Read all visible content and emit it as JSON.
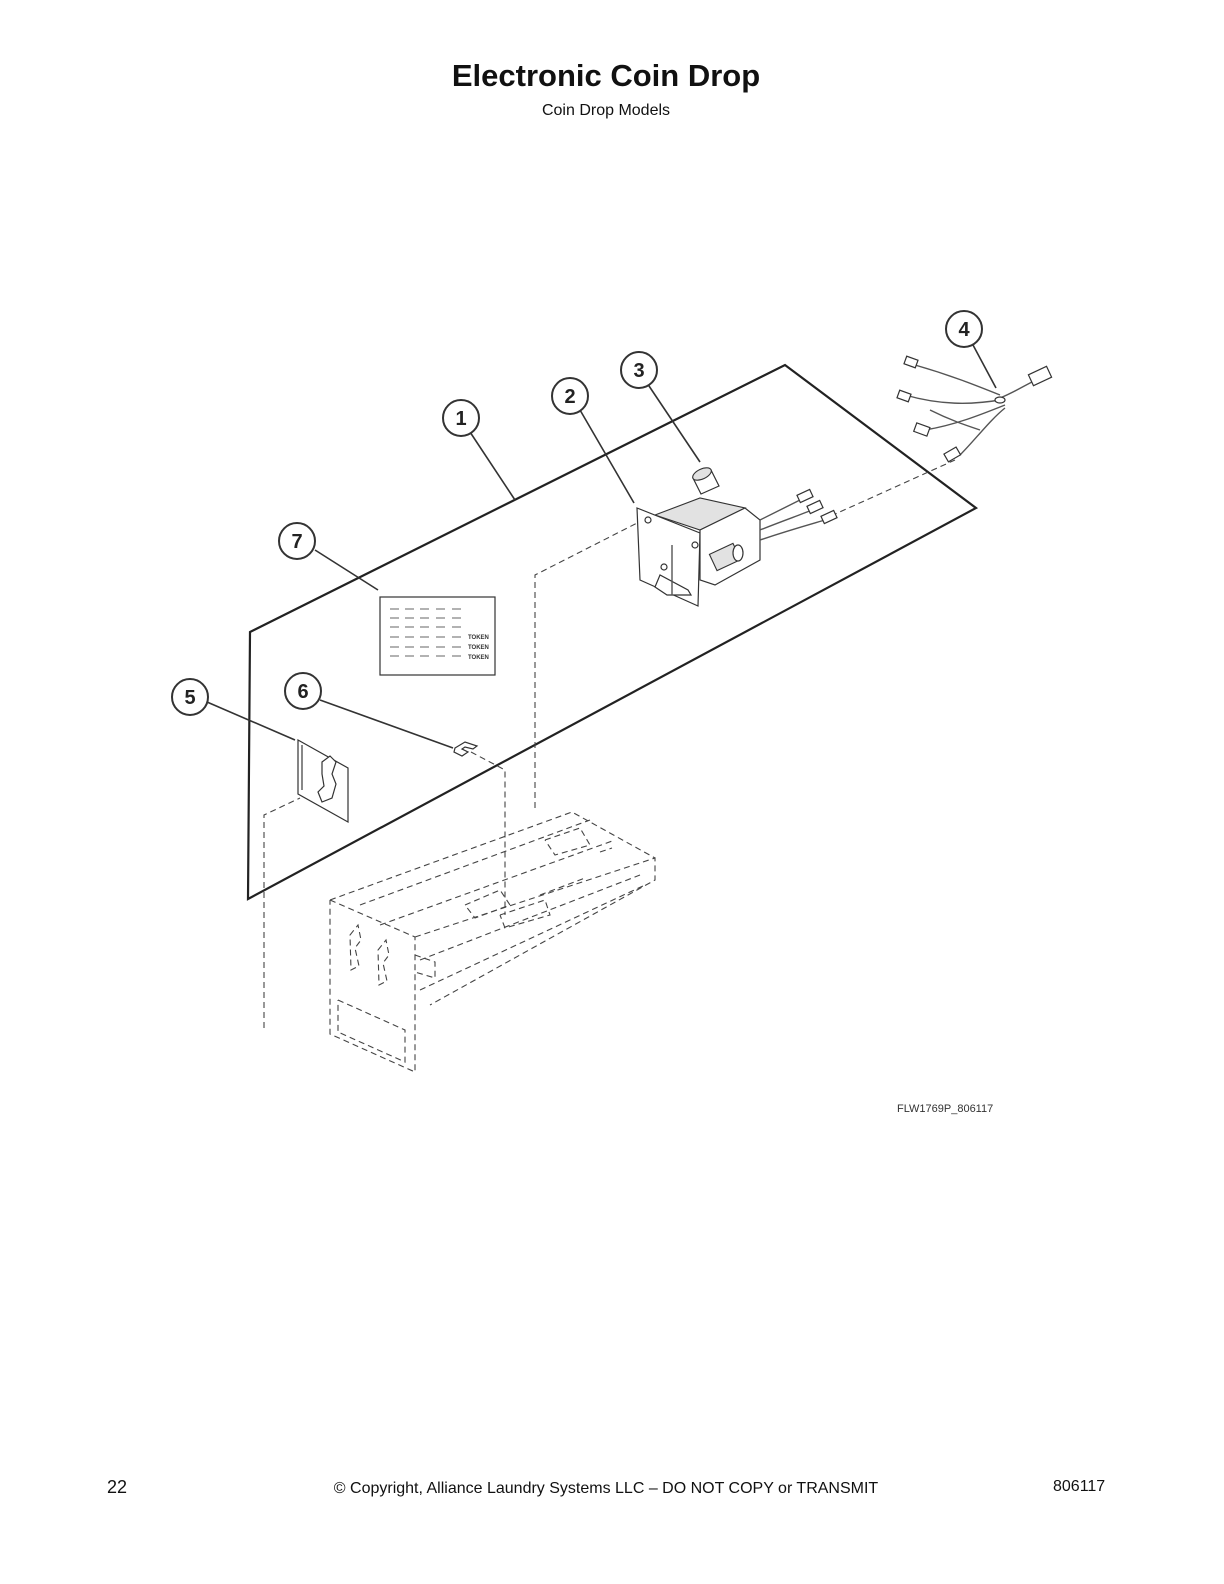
{
  "header": {
    "title": "Electronic Coin Drop",
    "subtitle": "Coin Drop Models"
  },
  "diagram": {
    "callouts": [
      "1",
      "2",
      "3",
      "4",
      "5",
      "6",
      "7"
    ],
    "token_label": [
      "TOKEN",
      "TOKEN",
      "TOKEN"
    ],
    "drawing_id": "FLW1769P_806117"
  },
  "footer": {
    "page_number": "22",
    "copyright": "© Copyright, Alliance Laundry Systems LLC – DO NOT COPY or TRANSMIT",
    "doc_number": "806117"
  }
}
